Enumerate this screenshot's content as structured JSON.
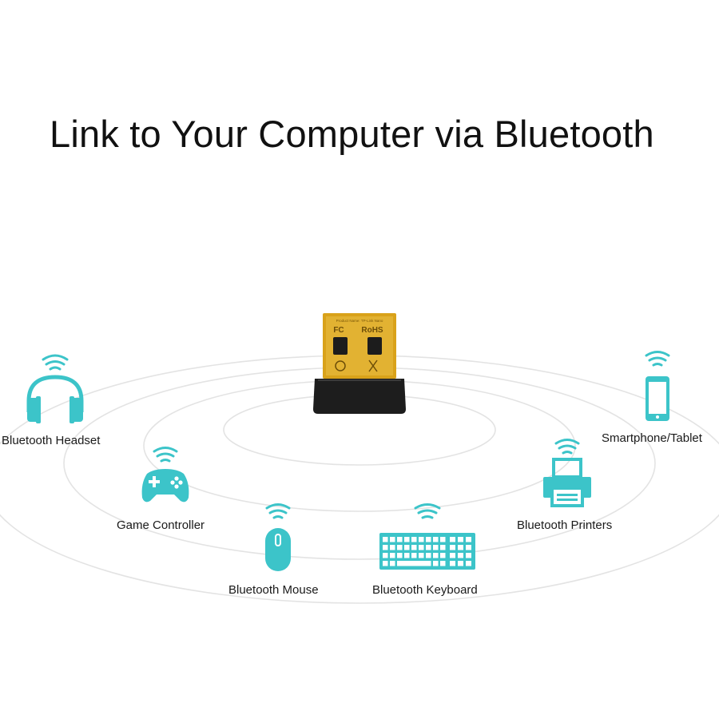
{
  "title": "Link to Your Computer via Bluetooth",
  "adapter": {
    "printed_line": "Product Name: TP-Link Nano",
    "marks": [
      "FC",
      "RoHS"
    ]
  },
  "devices": [
    {
      "id": "headset",
      "label": "Bluetooth Headset",
      "icon": "headphones-icon"
    },
    {
      "id": "game-controller",
      "label": "Game Controller",
      "icon": "gamepad-icon"
    },
    {
      "id": "mouse",
      "label": "Bluetooth Mouse",
      "icon": "mouse-icon"
    },
    {
      "id": "keyboard",
      "label": "Bluetooth Keyboard",
      "icon": "keyboard-icon"
    },
    {
      "id": "printer",
      "label": "Bluetooth Printers",
      "icon": "printer-icon"
    },
    {
      "id": "smartphone",
      "label": "Smartphone/Tablet",
      "icon": "smartphone-icon"
    }
  ],
  "colors": {
    "accent": "#3cc4c9",
    "ring": "#e3e3e3",
    "adapter_body": "#1d1d1d",
    "adapter_gold": "#d9a21a",
    "text": "#111111"
  }
}
